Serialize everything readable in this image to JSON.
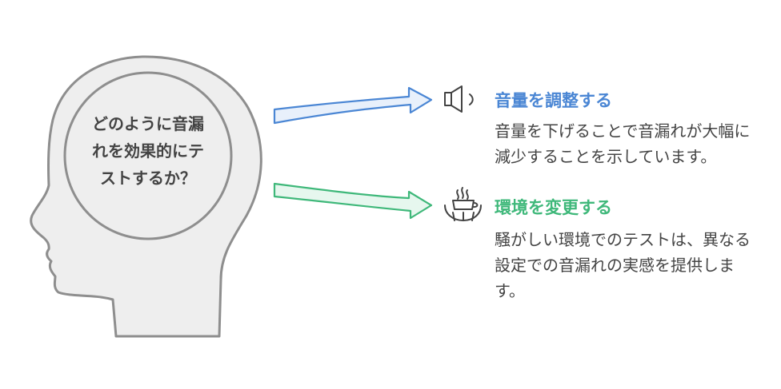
{
  "question": {
    "lines": [
      "どのように音漏",
      "れを効果的にテ",
      "ストするか？"
    ]
  },
  "branches": [
    {
      "title": "音量を調整する",
      "description": "音量を下げることで音漏れが大幅に減少することを示しています。",
      "icon": "speaker-icon",
      "color": "#4a86d4",
      "fill": "#e8f0fb"
    },
    {
      "title": "環境を変更する",
      "description": "騒がしい環境でのテストは、異なる設定での音漏れの実感を提供します。",
      "icon": "coffee-cup-icon",
      "color": "#3fb87a",
      "fill": "#e6f7ee"
    }
  ],
  "colors": {
    "head_fill": "#eeeeee",
    "head_stroke": "#8e8e8e",
    "text": "#434343"
  }
}
